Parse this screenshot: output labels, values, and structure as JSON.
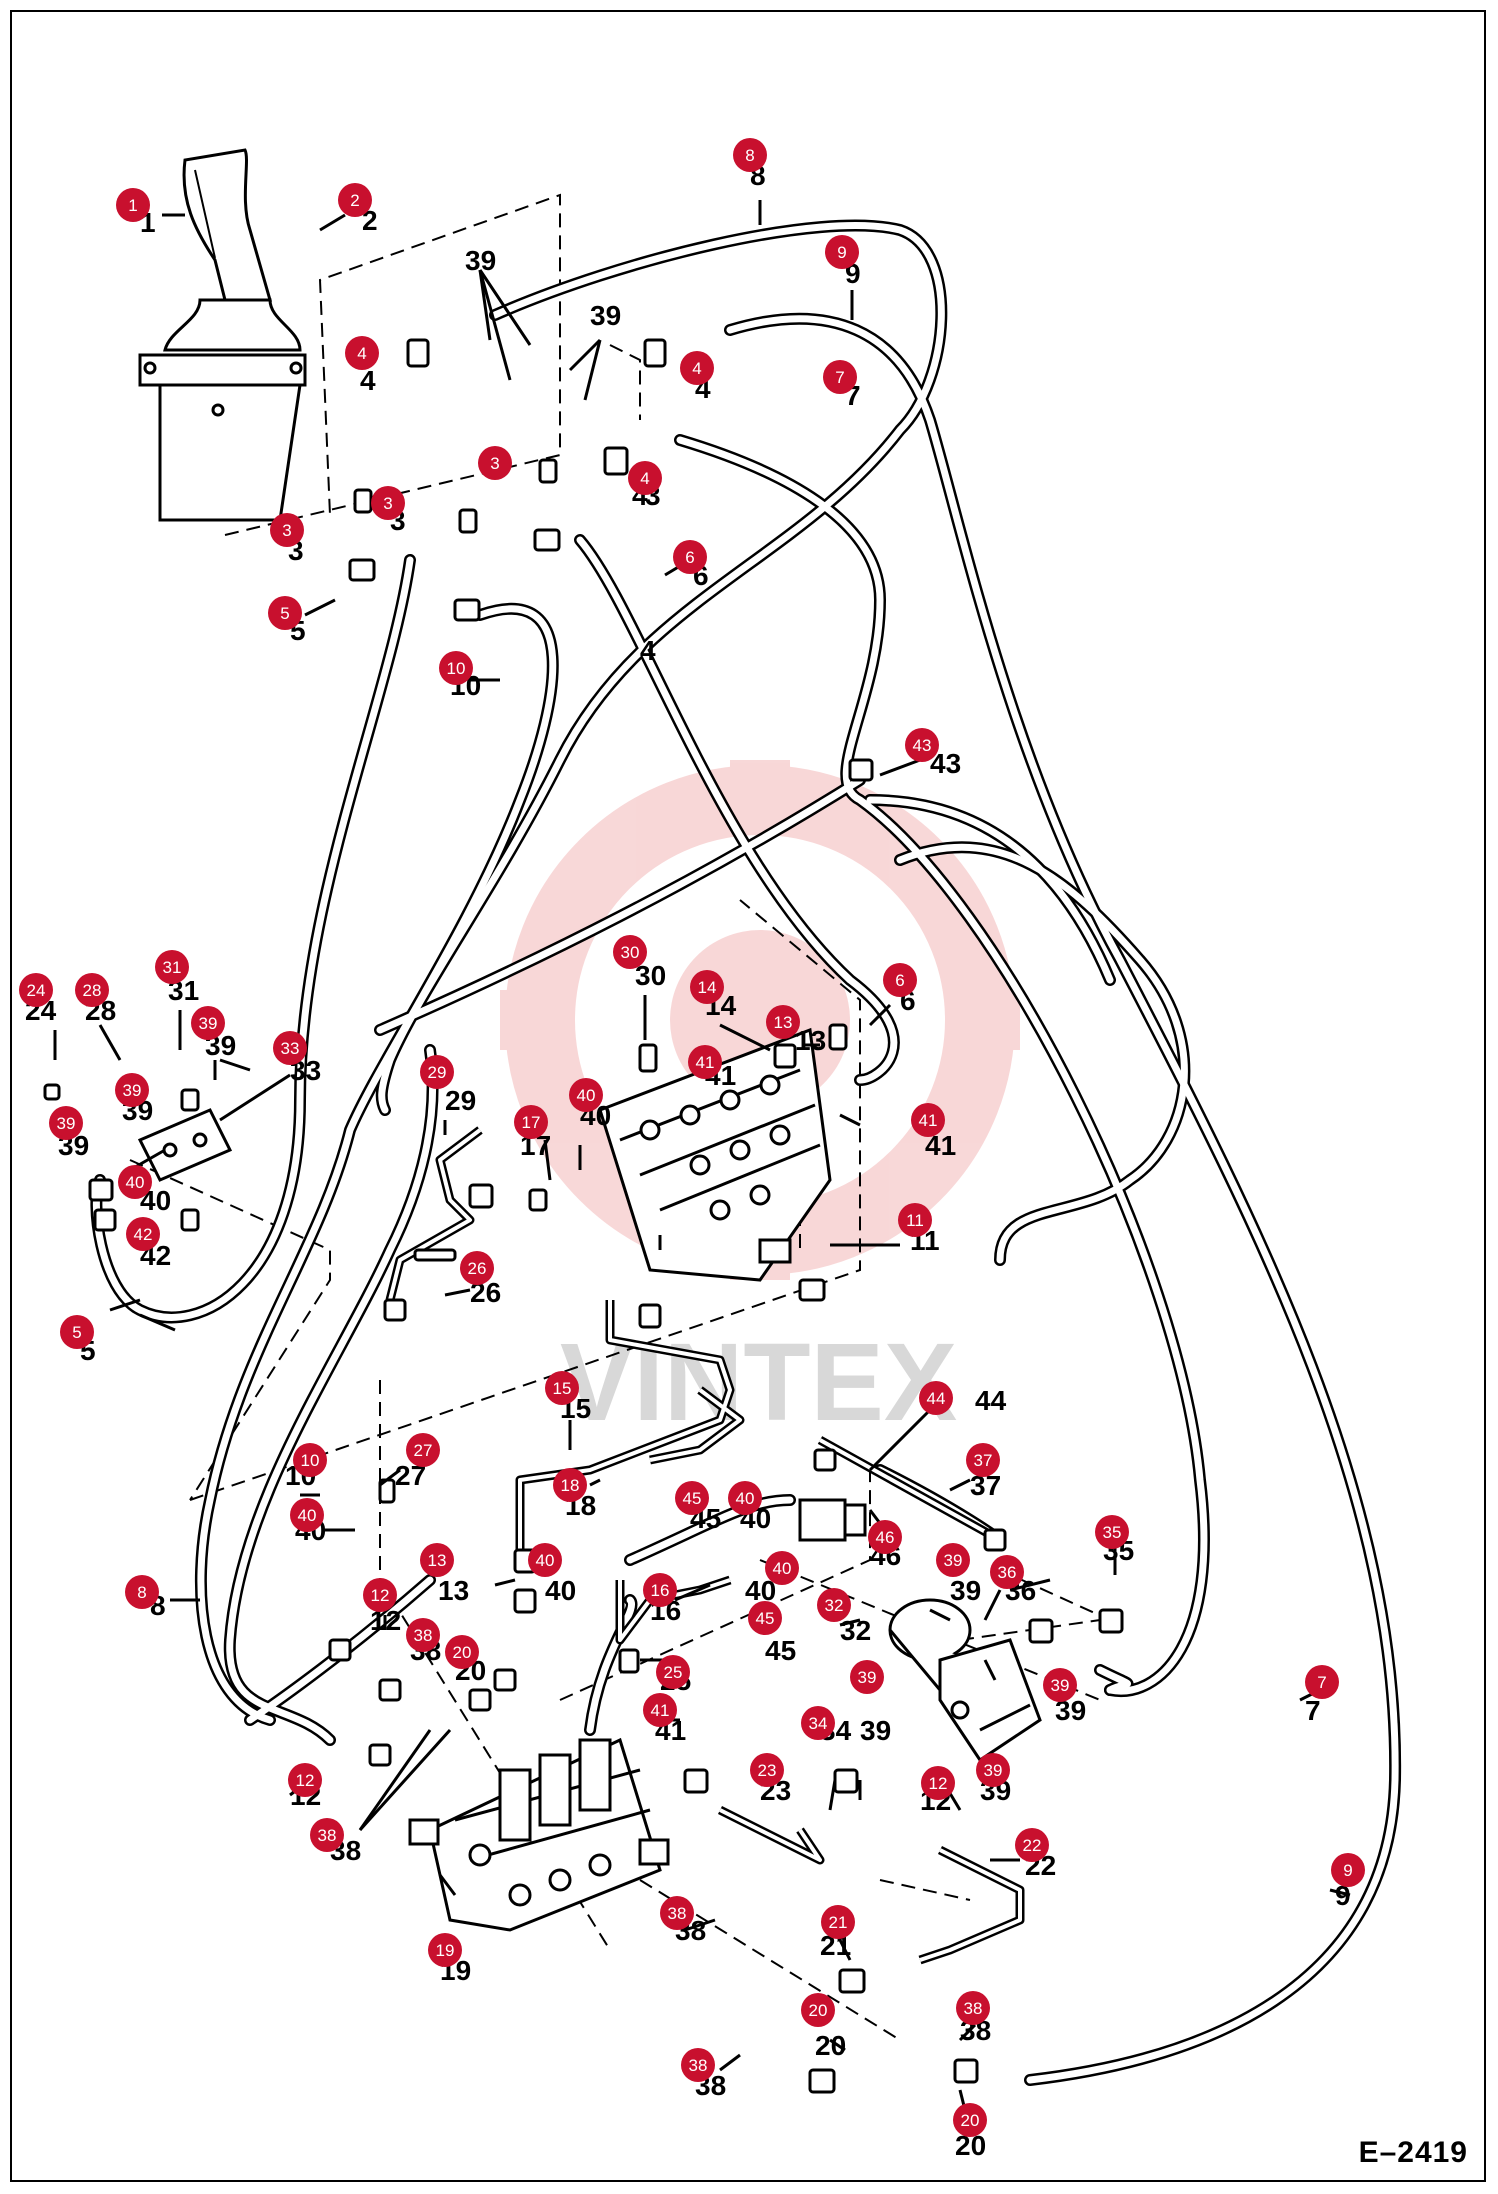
{
  "figure_id": "E–2419",
  "watermark": "VINTEX",
  "colors": {
    "badge": "#c8102e",
    "line": "#000000",
    "watermark": "#f3b8b8"
  },
  "callouts": [
    "1",
    "2",
    "3",
    "4",
    "5",
    "6",
    "7",
    "8",
    "9",
    "10",
    "11",
    "12",
    "13",
    "14",
    "15",
    "16",
    "17",
    "18",
    "19",
    "20",
    "21",
    "22",
    "23",
    "24",
    "25",
    "26",
    "27",
    "28",
    "29",
    "30",
    "31",
    "32",
    "33",
    "34",
    "35",
    "36",
    "37",
    "38",
    "39",
    "40",
    "41",
    "42",
    "43",
    "44",
    "45",
    "46"
  ]
}
